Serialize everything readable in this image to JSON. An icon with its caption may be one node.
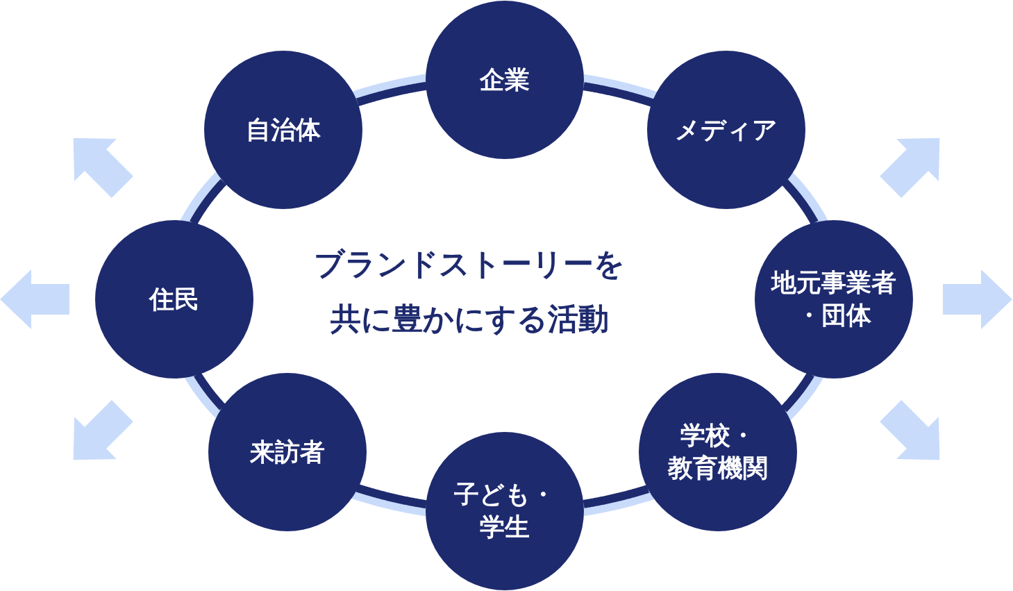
{
  "diagram": {
    "nodes": [
      {
        "text": [
          "企業"
        ]
      },
      {
        "text": [
          "自治体"
        ]
      },
      {
        "text": [
          "メディア"
        ]
      },
      {
        "text": [
          "住民"
        ]
      },
      {
        "text": [
          "地元事業者・団体"
        ]
      },
      {
        "text": [
          "来訪者"
        ]
      },
      {
        "text": [
          "学校・教育機関"
        ]
      },
      {
        "text": [
          "子ども・学生"
        ]
      }
    ],
    "edges": [
      {
        "from": 0,
        "to": 2,
        "arrow": "none"
      },
      {
        "from": 2,
        "to": 4,
        "arrow": "none"
      },
      {
        "from": 4,
        "to": 6,
        "arrow": "none"
      },
      {
        "from": 6,
        "to": 7,
        "arrow": "none"
      },
      {
        "from": 7,
        "to": 5,
        "arrow": "none"
      },
      {
        "from": 5,
        "to": 3,
        "arrow": "none"
      },
      {
        "from": 3,
        "to": 1,
        "arrow": "none"
      },
      {
        "from": 1,
        "to": 0,
        "arrow": "none"
      }
    ],
    "labels": [
      "ブランドストーリーを共に豊かにする活動"
    ]
  }
}
